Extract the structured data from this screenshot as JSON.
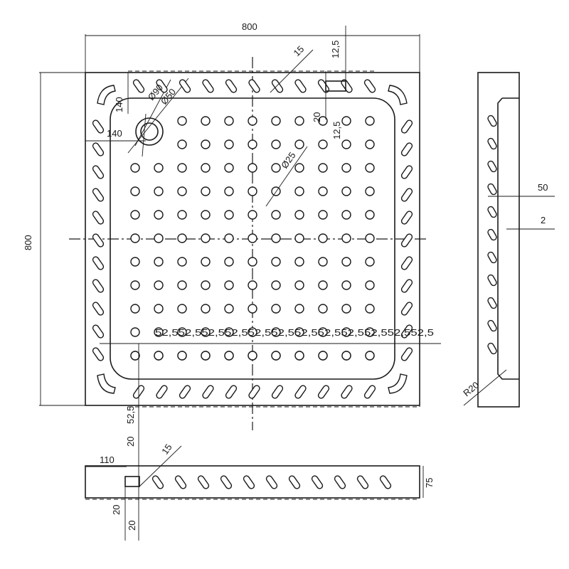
{
  "dimensions": {
    "overall_width": "800",
    "overall_height": "800",
    "slot_spacing_15": "15",
    "top_offset_12_5": "12,5",
    "corner_offset_140_vertical": "140",
    "corner_offset_140_horizontal": "140",
    "drain_inner_diameter": "Ø90",
    "drain_outer_diameter": "Ø50",
    "hole_diameter": "Ø25",
    "slot_gap_20": "20",
    "side_offset_12_5": "12,5",
    "hole_pitch_chain": "52,552,552,552,552,552,552,552,552,552,552,552,5",
    "side_depth_50": "50",
    "side_wall_2": "2",
    "edge_radius": "R20",
    "bottom_offset_52_5": "52,5",
    "bottom_gap_20_a": "20",
    "front_slot_spacing_15": "15",
    "front_offset_110": "110",
    "front_height_75": "75",
    "front_gap_20_a": "20",
    "front_gap_20_b": "20"
  }
}
